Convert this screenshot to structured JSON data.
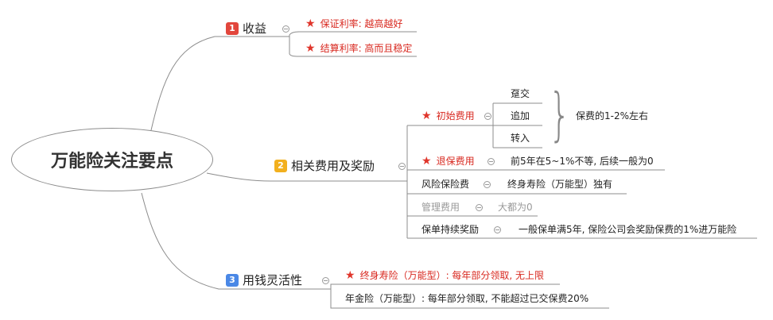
{
  "root": {
    "title": "万能险关注要点"
  },
  "colors": {
    "badge1": "#e2463c",
    "badge2": "#f2b01e",
    "badge3": "#4a88e6",
    "line": "#8c8c8c",
    "highlight": "#d8281f"
  },
  "branch1": {
    "number": "1",
    "label": "收益",
    "items": [
      {
        "text": "保证利率: 越高越好",
        "icon": "star-icon"
      },
      {
        "text": "结算利率: 高而且稳定",
        "icon": "star-icon"
      }
    ]
  },
  "branch2": {
    "number": "2",
    "label": "相关费用及奖励",
    "initial_fee": {
      "label": "初始费用",
      "icon": "star-icon",
      "children": [
        "趸交",
        "追加",
        "转入"
      ],
      "note": "保费的1-2%左右"
    },
    "surrender_fee": {
      "label": "退保费用",
      "icon": "star-icon",
      "note": "前5年在5~1%不等, 后续一般为0"
    },
    "risk_fee": {
      "label": "风险保险费",
      "note": "终身寿险（万能型）独有"
    },
    "mgmt_fee": {
      "label": "管理费用",
      "note": "大都为0"
    },
    "bonus": {
      "label": "保单持续奖励",
      "note": "一般保单满5年, 保险公司会奖励保费的1%进万能险"
    }
  },
  "branch3": {
    "number": "3",
    "label": "用钱灵活性",
    "items": [
      {
        "text": "终身寿险（万能型）: 每年部分领取, 无上限",
        "icon": "star-icon"
      },
      {
        "text": "年金险（万能型）: 每年部分领取, 不能超过已交保费20%"
      }
    ]
  }
}
